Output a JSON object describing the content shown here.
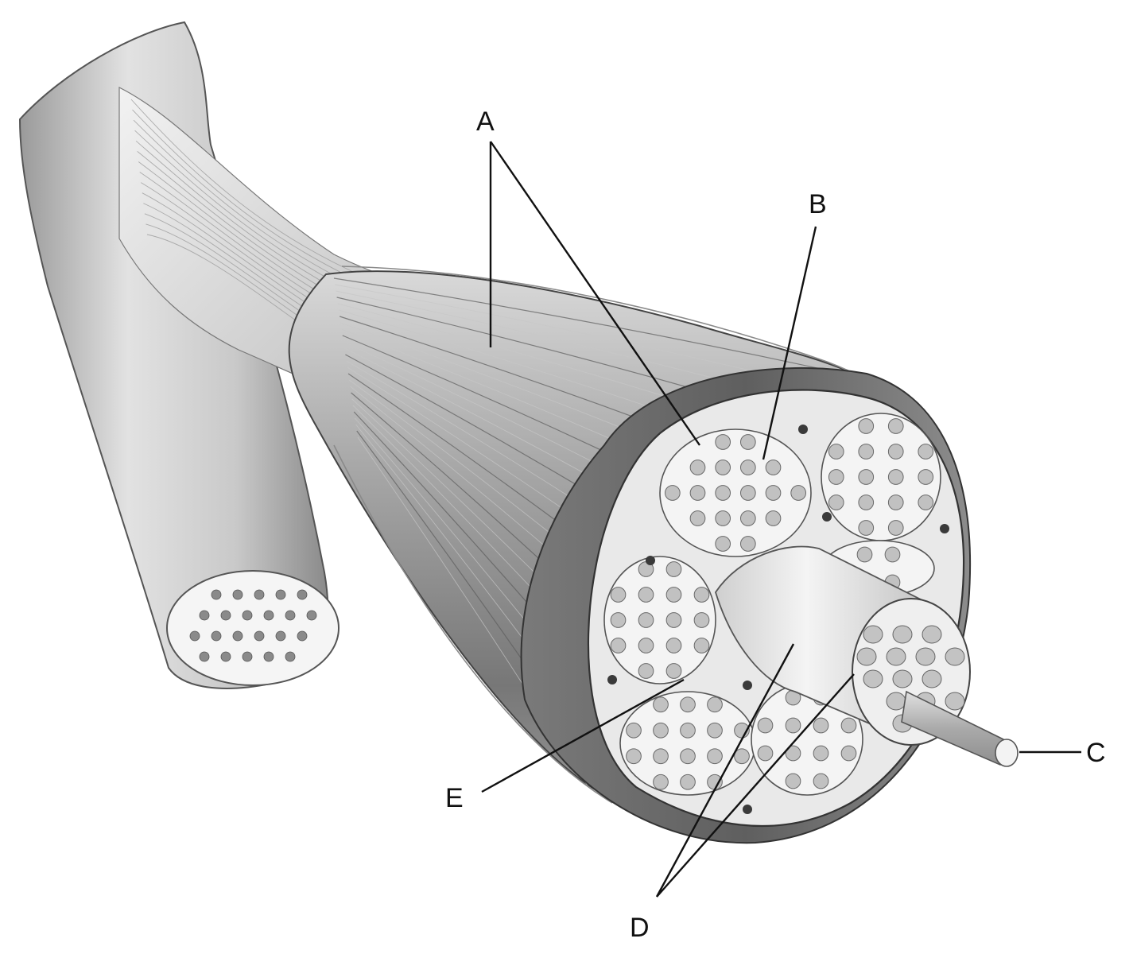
{
  "figure": {
    "labels": {
      "a": "A",
      "b": "B",
      "c": "C",
      "d": "D",
      "e": "E"
    }
  },
  "colors": {
    "background": "#ffffff",
    "ink": "#111111",
    "muscle_dark": "#6f6f6f",
    "muscle_mid": "#a2a2a2",
    "muscle_light": "#dcdcdc",
    "tendon": "#e6e6e6",
    "fascicle_fill": "#f1f1f1",
    "fiber_fill": "#bdbdbd"
  }
}
